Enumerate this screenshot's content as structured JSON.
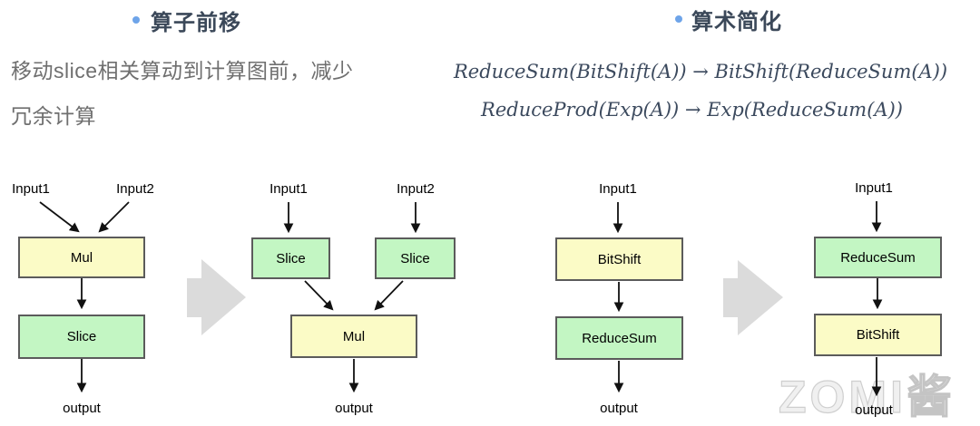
{
  "header": {
    "left": {
      "title": "算子前移",
      "desc_line1": "移动slice相关算动到计算图前，减少",
      "desc_line2": "冗余计算"
    },
    "right": {
      "title": "算术简化",
      "formula1": "ReduceSum(BitShift(A)) → BitShift(ReduceSum(A))",
      "formula2": "ReduceProd(Exp(A)) → Exp(ReduceSum(A))"
    }
  },
  "colors": {
    "bullet": "#6ea4e9",
    "title_text": "#3b4859",
    "desc_text": "#6f6f6f",
    "formula_text": "#3c4a5e",
    "node_yellow": "#fbfbc6",
    "node_green": "#c3f6c3",
    "node_border": "#5b5b5b",
    "edge": "#111111",
    "big_arrow": "#dbdbdb",
    "watermark": "#e2e2e2"
  },
  "diagrams": [
    {
      "name": "slice-before",
      "inputs": [
        {
          "label": "Input1"
        },
        {
          "label": "Input2"
        }
      ],
      "nodes": [
        {
          "label": "Mul",
          "color": "yellow"
        },
        {
          "label": "Slice",
          "color": "green"
        }
      ],
      "output_label": "output"
    },
    {
      "name": "slice-after",
      "inputs": [
        {
          "label": "Input1"
        },
        {
          "label": "Input2"
        }
      ],
      "nodes": [
        {
          "label": "Slice",
          "color": "green"
        },
        {
          "label": "Slice",
          "color": "green"
        },
        {
          "label": "Mul",
          "color": "yellow"
        }
      ],
      "output_label": "output"
    },
    {
      "name": "arith-before",
      "inputs": [
        {
          "label": "Input1"
        }
      ],
      "nodes": [
        {
          "label": "BitShift",
          "color": "yellow"
        },
        {
          "label": "ReduceSum",
          "color": "green"
        }
      ],
      "output_label": "output"
    },
    {
      "name": "arith-after",
      "inputs": [
        {
          "label": "Input1"
        }
      ],
      "nodes": [
        {
          "label": "ReduceSum",
          "color": "green"
        },
        {
          "label": "BitShift",
          "color": "yellow"
        }
      ],
      "output_label": "output"
    }
  ],
  "watermark": {
    "latin": "ZOMI",
    "cjk": "酱"
  }
}
